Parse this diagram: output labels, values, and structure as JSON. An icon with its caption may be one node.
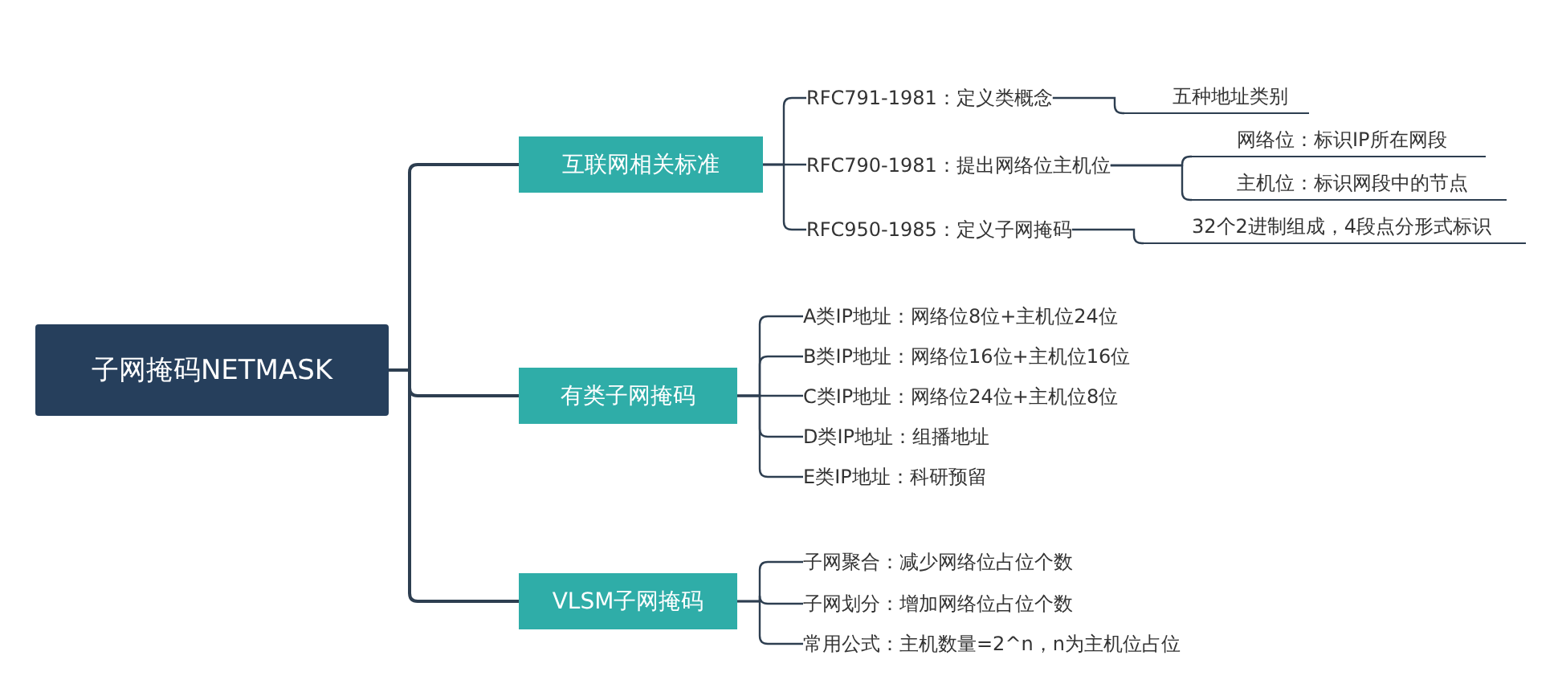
{
  "diagram": {
    "nodes": [
      {
        "text": [
          "子网掩码NETMASK"
        ]
      },
      {
        "text": [
          "互联网相关标准"
        ]
      },
      {
        "text": [
          "有类子网掩码"
        ]
      },
      {
        "text": [
          "VLSM子网掩码"
        ]
      },
      {
        "text": [
          "RFC791-1981：定义类概念"
        ]
      },
      {
        "text": [
          "RFC790-1981：提出网络位主机位"
        ]
      },
      {
        "text": [
          "RFC950-1985：定义子网掩码"
        ]
      },
      {
        "text": [
          "五种地址类别"
        ]
      },
      {
        "text": [
          "网络位：标识IP所在网段"
        ]
      },
      {
        "text": [
          "主机位：标识网段中的节点"
        ]
      },
      {
        "text": [
          "32个2进制组成，4段点分形式标识"
        ]
      },
      {
        "text": [
          "A类IP地址：网络位8位+主机位24位"
        ]
      },
      {
        "text": [
          "B类IP地址：网络位16位+主机位16位"
        ]
      },
      {
        "text": [
          "C类IP地址：网络位24位+主机位8位"
        ]
      },
      {
        "text": [
          "D类IP地址：组播地址"
        ]
      },
      {
        "text": [
          "E类IP地址：科研预留"
        ]
      },
      {
        "text": [
          "子网聚合：减少网络位占位个数"
        ]
      },
      {
        "text": [
          "子网划分：增加网络位占位个数"
        ]
      },
      {
        "text": [
          "常用公式：主机数量=2^n，n为主机位占位"
        ]
      }
    ],
    "edges": [
      {
        "from": 0,
        "to": 1,
        "arrow": "none"
      },
      {
        "from": 0,
        "to": 2,
        "arrow": "none"
      },
      {
        "from": 0,
        "to": 3,
        "arrow": "none"
      },
      {
        "from": 1,
        "to": 4,
        "arrow": "none"
      },
      {
        "from": 1,
        "to": 5,
        "arrow": "none"
      },
      {
        "from": 1,
        "to": 6,
        "arrow": "none"
      },
      {
        "from": 4,
        "to": 7,
        "arrow": "none"
      },
      {
        "from": 5,
        "to": 8,
        "arrow": "none"
      },
      {
        "from": 5,
        "to": 9,
        "arrow": "none"
      },
      {
        "from": 6,
        "to": 10,
        "arrow": "none"
      },
      {
        "from": 2,
        "to": 11,
        "arrow": "none"
      },
      {
        "from": 2,
        "to": 12,
        "arrow": "none"
      },
      {
        "from": 2,
        "to": 13,
        "arrow": "none"
      },
      {
        "from": 2,
        "to": 14,
        "arrow": "none"
      },
      {
        "from": 2,
        "to": 15,
        "arrow": "none"
      },
      {
        "from": 3,
        "to": 16,
        "arrow": "none"
      },
      {
        "from": 3,
        "to": 17,
        "arrow": "none"
      },
      {
        "from": 3,
        "to": 18,
        "arrow": "none"
      }
    ]
  }
}
